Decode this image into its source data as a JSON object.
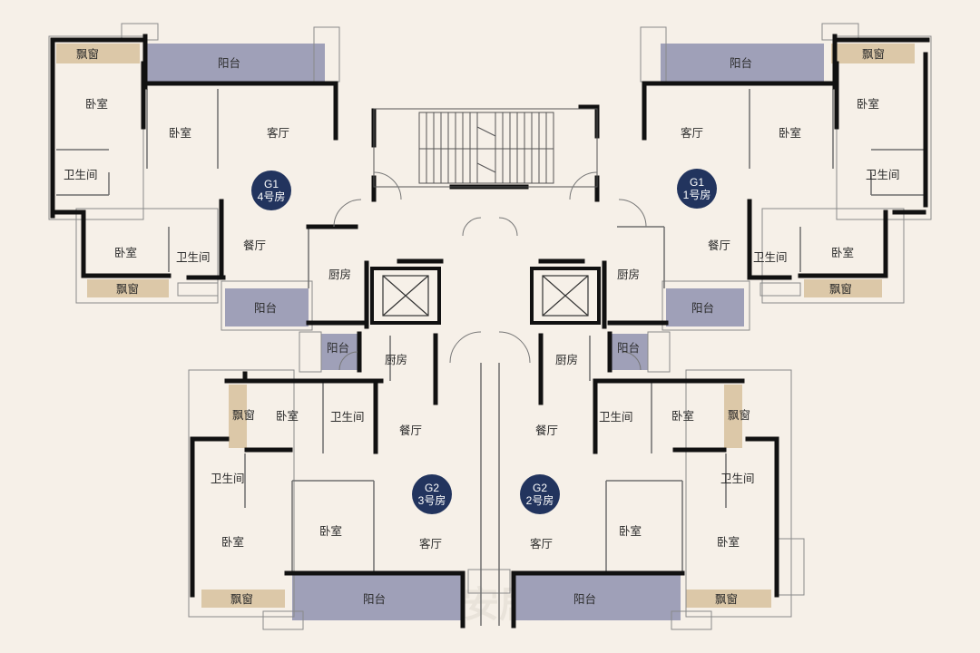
{
  "colors": {
    "background": "#f6f0e8",
    "balcony": "#9fa0b8",
    "bay_window": "#dcc8a8",
    "wall": "#111111",
    "thin_wall": "#6e6e6e",
    "badge": "#22345e"
  },
  "watermark": "安居客",
  "units": {
    "tl": {
      "badge": {
        "building": "G1",
        "room": "4号房"
      },
      "rooms": {
        "bay_top": "飘窗",
        "balcony_top": "阳台",
        "bedroom_a": "卧室",
        "bedroom_b": "卧室",
        "living": "客厅",
        "bath_a": "卫生间",
        "bedroom_c": "卧室",
        "bath_b": "卫生间",
        "dining": "餐厅",
        "kitchen": "厨房",
        "bay_bottom": "飘窗",
        "balcony_bottom": "阳台"
      }
    },
    "tr": {
      "badge": {
        "building": "G1",
        "room": "1号房"
      },
      "rooms": {
        "balcony_top": "阳台",
        "bay_top": "飘窗",
        "living": "客厅",
        "bedroom_b": "卧室",
        "bedroom_a": "卧室",
        "bath_a": "卫生间",
        "dining": "餐厅",
        "bath_b": "卫生间",
        "bedroom_c": "卧室",
        "kitchen": "厨房",
        "balcony_bottom": "阳台",
        "bay_bottom": "飘窗"
      }
    },
    "bl": {
      "badge": {
        "building": "G2",
        "room": "3号房"
      },
      "rooms": {
        "balcony_small": "阳台",
        "kitchen": "厨房",
        "bay_side": "飘窗",
        "bedroom_a": "卧室",
        "bath_a": "卫生间",
        "dining": "餐厅",
        "bath_b": "卫生间",
        "bedroom_b": "卧室",
        "bedroom_c": "卧室",
        "living": "客厅",
        "bay_bottom": "飘窗",
        "balcony_bottom": "阳台"
      }
    },
    "br": {
      "badge": {
        "building": "G2",
        "room": "2号房"
      },
      "rooms": {
        "balcony_small": "阳台",
        "kitchen": "厨房",
        "bath_a": "卫生间",
        "bedroom_a": "卧室",
        "bay_side": "飘窗",
        "dining": "餐厅",
        "bath_b": "卫生间",
        "living": "客厅",
        "bedroom_b": "卧室",
        "bedroom_c": "卧室",
        "balcony_bottom": "阳台",
        "bay_bottom": "飘窗"
      }
    }
  }
}
